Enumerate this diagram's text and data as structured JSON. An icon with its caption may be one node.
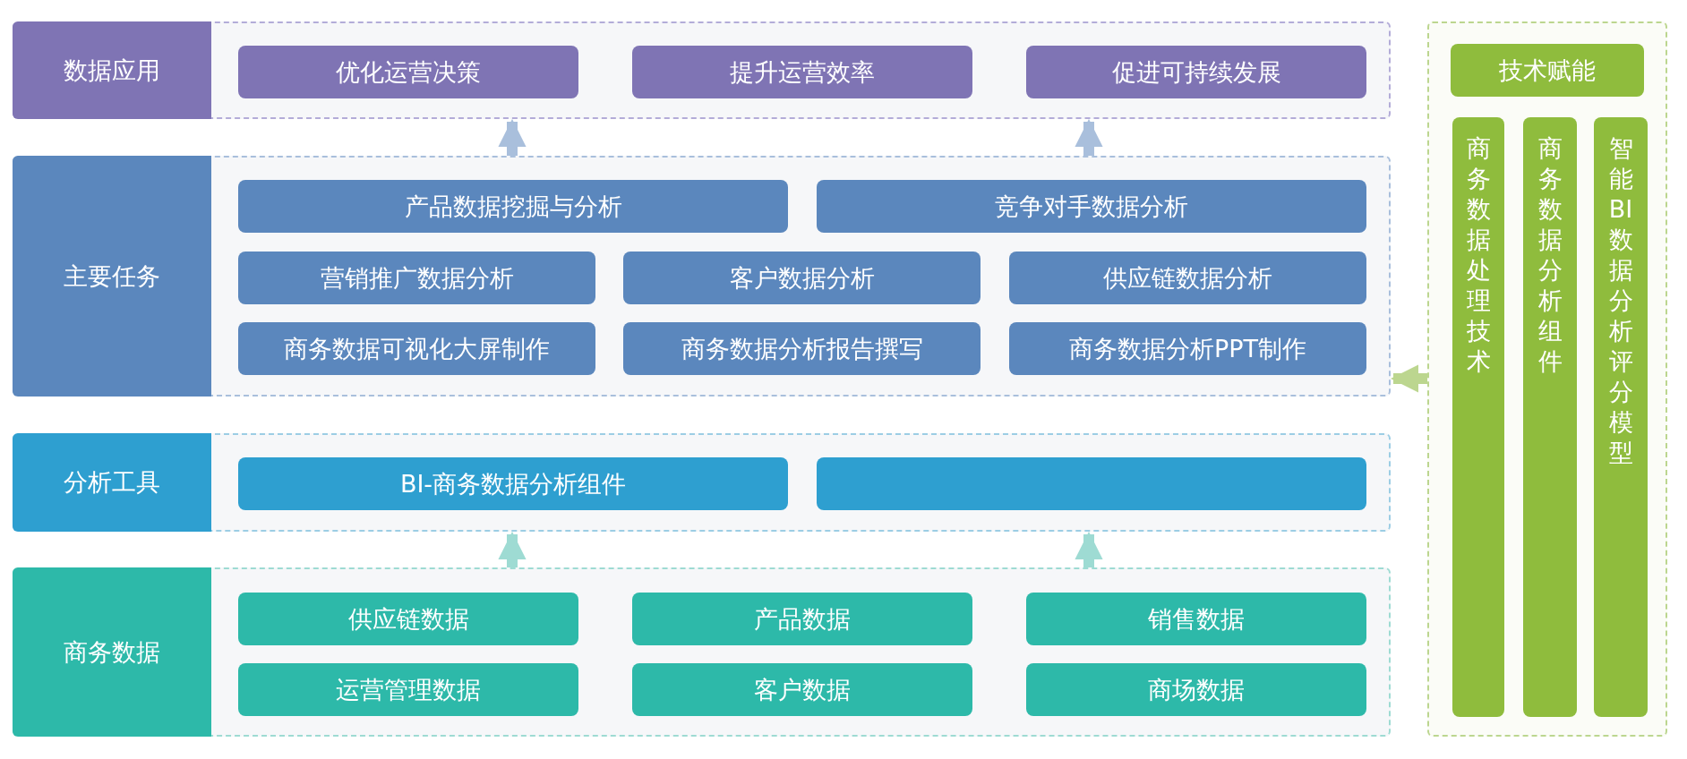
{
  "diagram": {
    "nodes": [
      {
        "text": [
          "数据应用"
        ]
      },
      {
        "text": [
          "优化运营决策"
        ],
        "in": 0
      },
      {
        "text": [
          "提升运营效率"
        ],
        "in": 0
      },
      {
        "text": [
          "促进可持续发展"
        ],
        "in": 0
      },
      {
        "text": [
          "主要任务"
        ]
      },
      {
        "text": [
          "产品数据挖掘与分析"
        ],
        "in": 4
      },
      {
        "text": [
          "竞争对手数据分析"
        ],
        "in": 4
      },
      {
        "text": [
          "营销推广数据分析"
        ],
        "in": 4
      },
      {
        "text": [
          "客户数据分析"
        ],
        "in": 4
      },
      {
        "text": [
          "供应链数据分析"
        ],
        "in": 4
      },
      {
        "text": [
          "商务数据可视化大屏制作"
        ],
        "in": 4
      },
      {
        "text": [
          "商务数据分析报告撰写"
        ],
        "in": 4
      },
      {
        "text": [
          "商务数据分析PPT制作"
        ],
        "in": 4
      },
      {
        "text": [
          "分析工具"
        ]
      },
      {
        "text": [
          "BI-商务数据分析组件"
        ],
        "in": 13
      },
      {
        "text": [],
        "shape": "box",
        "in": 13
      },
      {
        "text": [
          "商务数据"
        ]
      },
      {
        "text": [
          "供应链数据"
        ],
        "in": 16
      },
      {
        "text": [
          "产品数据"
        ],
        "in": 16
      },
      {
        "text": [
          "销售数据"
        ],
        "in": 16
      },
      {
        "text": [
          "运营管理数据"
        ],
        "in": 16
      },
      {
        "text": [
          "客户数据"
        ],
        "in": 16
      },
      {
        "text": [
          "商场数据"
        ],
        "in": 16
      },
      {
        "text": [
          "技术赋能"
        ]
      },
      {
        "text": [
          "商务数据处理技术"
        ],
        "in": 23
      },
      {
        "text": [
          "商务数据分析组件"
        ],
        "in": 23
      },
      {
        "text": [
          "智能BI数据分析评分模型"
        ],
        "in": 23
      }
    ],
    "edges": [
      {
        "from": 4,
        "to": 0,
        "arrow": "to"
      },
      {
        "from": 4,
        "to": 0,
        "arrow": "to"
      },
      {
        "from": 16,
        "to": 13,
        "arrow": "to"
      },
      {
        "from": 16,
        "to": 13,
        "arrow": "to"
      },
      {
        "from": 23,
        "to": 4,
        "arrow": "to"
      }
    ]
  }
}
